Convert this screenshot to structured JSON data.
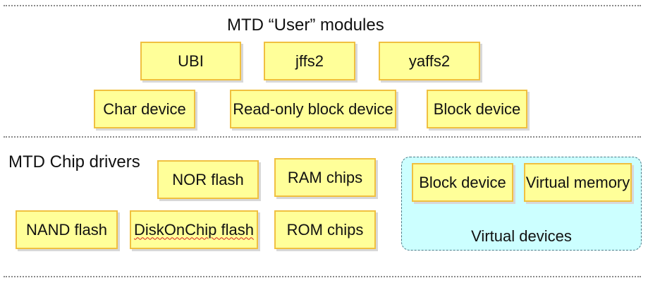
{
  "user_section": {
    "title": "MTD “User”  modules",
    "modules_row1": [
      "UBI",
      "jffs2",
      "yaffs2"
    ],
    "modules_row2": [
      "Char device",
      "Read-only block device",
      "Block device"
    ]
  },
  "chip_section": {
    "title": "MTD Chip drivers",
    "drivers": {
      "nor": "NOR flash",
      "ram": "RAM chips",
      "nand": "NAND flash",
      "doc": "DiskOnChip flash",
      "rom": "ROM chips"
    },
    "virtual_group": {
      "label": "Virtual devices",
      "items": [
        "Block device",
        "Virtual memory"
      ]
    }
  },
  "colors": {
    "box_fill": "#ffff99",
    "box_border": "#f0c040",
    "virtual_fill": "#ccffff",
    "separator": "#8a8a8a"
  }
}
